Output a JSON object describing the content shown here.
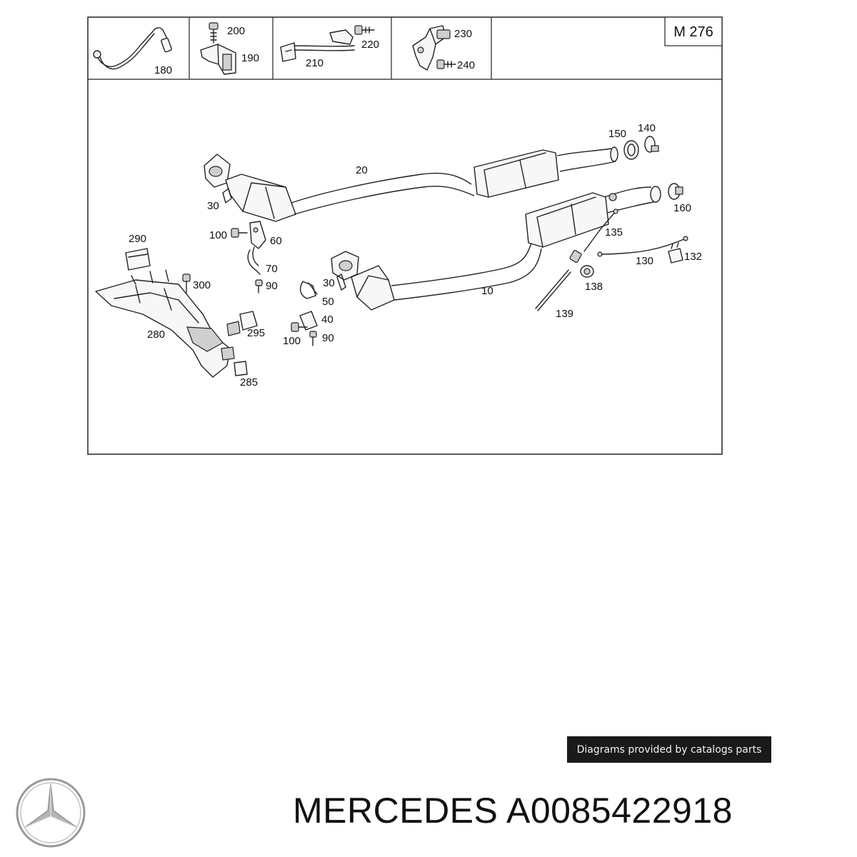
{
  "model_label": "M 276",
  "callouts": {
    "c180": "180",
    "c200": "200",
    "c190": "190",
    "c210": "210",
    "c220": "220",
    "c230": "230",
    "c240": "240",
    "c20": "20",
    "c150": "150",
    "c140": "140",
    "c160": "160",
    "c30a": "30",
    "c100a": "100",
    "c60": "60",
    "c70": "70",
    "c90a": "90",
    "c290": "290",
    "c300": "300",
    "c280": "280",
    "c295": "295",
    "c285": "285",
    "c30b": "30",
    "c50": "50",
    "c40": "40",
    "c100b": "100",
    "c90b": "90",
    "c10": "10",
    "c135": "135",
    "c130": "130",
    "c132": "132",
    "c138": "138",
    "c139": "139"
  },
  "footer": {
    "credit": "Diagrams provided by catalogs parts",
    "brand": "MERCEDES",
    "part_number": "A0085422918",
    "logo_icon": "mercedes-star-icon"
  }
}
